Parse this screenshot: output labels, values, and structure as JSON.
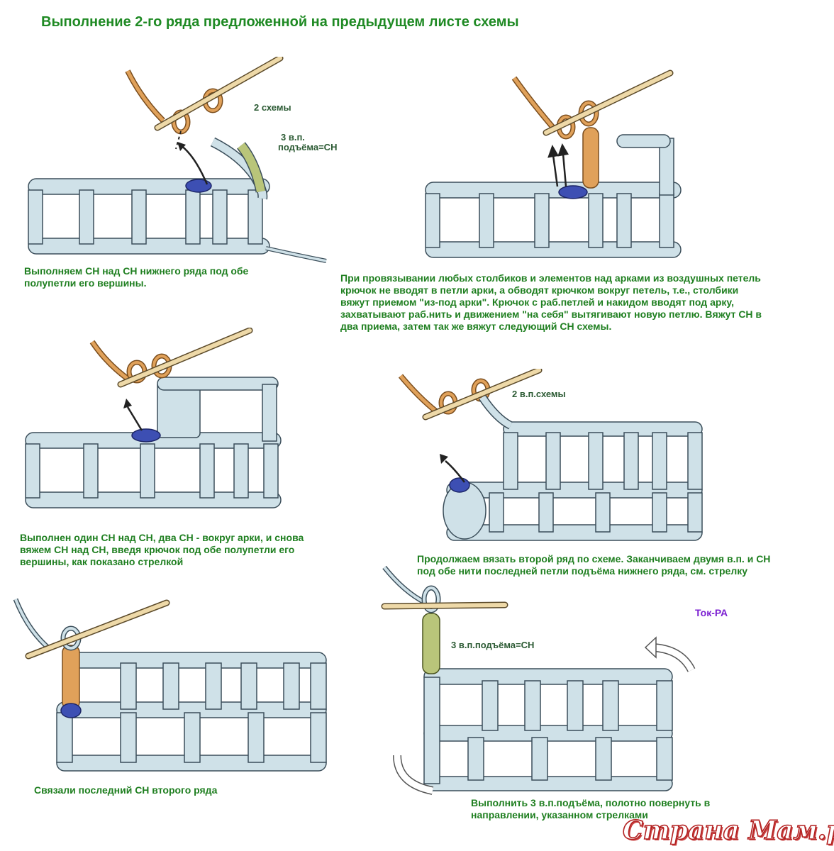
{
  "title": "Выполнение 2-го ряда предложенной на предыдущем листе схемы",
  "panels": [
    {
      "labels": [
        "2 схемы",
        "3 в.п.",
        "подъёма=СН"
      ],
      "caption": [
        "Выполняем СН над СН нижнего ряда под обе",
        "полупетли его вершины."
      ]
    },
    {
      "labels": [],
      "caption": [
        "При провязывании любых столбиков и элементов над арками из воздушных петель",
        "крючок не вводят в петли арки, а обводят крючком вокруг петель, т.е., столбики",
        "вяжут приемом \"из-под арки\".  Крючок с раб.петлей и накидом вводят под арку,",
        "захватывают раб.нить и движением \"на себя\" вытягивают новую петлю. Вяжут СН в",
        "два приема, затем так же вяжут следующий СН схемы."
      ]
    },
    {
      "labels": [],
      "caption": [
        "Выполнен один СН над СН, два СН - вокруг арки, и снова",
        "вяжем СН над СН, введя крючок под обе полупетли его",
        "вершины, как показано стрелкой"
      ]
    },
    {
      "labels": [
        "2 в.п.схемы"
      ],
      "caption": [
        "Продолжаем вязать второй ряд по схеме. Заканчиваем двумя в.п. и СН",
        "под обе нити последней петли подъёма нижнего ряда, см. стрелку"
      ]
    },
    {
      "labels": [],
      "caption": [
        "Связали последний СН второго ряда"
      ]
    },
    {
      "labels": [
        "3 в.п.подъёма=СН"
      ],
      "caption": [
        "Выполнить 3 в.п.подъёма, полотно повернуть в",
        "направлении, указанном стрелками"
      ]
    }
  ],
  "author": "Ток-РА",
  "watermark": "Страна Мам.ру",
  "colors": {
    "yarn": "#cfe1e8",
    "yarn_outline": "#3b4e5a",
    "working_loop": "#e0a15a",
    "lift_chain": "#b9c57a",
    "highlight_stitch": "#3d4fb3",
    "hook": "#eed9a8",
    "caption_text": "#1f7f20"
  }
}
